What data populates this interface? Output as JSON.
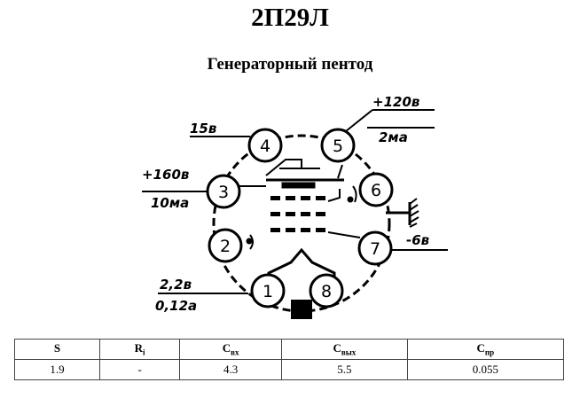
{
  "title": "2П29Л",
  "subtitle": "Генераторный пентод",
  "labels": {
    "pin4": "15в",
    "pin5_voltage": "+120в",
    "pin5_current": "2ма",
    "pin3_voltage": "+160в",
    "pin3_current": "10ма",
    "pin7": "-6в",
    "pin1_voltage": "2,2в",
    "pin1_current": "0,12а"
  },
  "pins": [
    "1",
    "2",
    "3",
    "4",
    "5",
    "6",
    "7",
    "8"
  ],
  "table": {
    "headers": [
      {
        "main": "S",
        "sub": ""
      },
      {
        "main": "R",
        "sub": "i"
      },
      {
        "main": "C",
        "sub": "вх"
      },
      {
        "main": "C",
        "sub": "вых"
      },
      {
        "main": "C",
        "sub": "пр"
      }
    ],
    "values": [
      "1.9",
      "-",
      "4.3",
      "5.5",
      "0.055"
    ]
  }
}
